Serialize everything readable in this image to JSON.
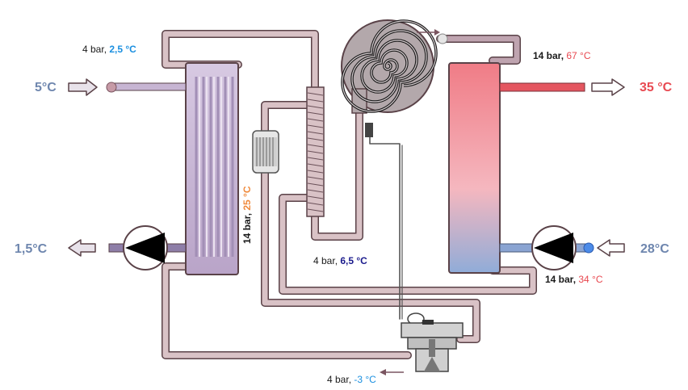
{
  "temps": {
    "source_in": "5°C",
    "source_out": "1,5°C",
    "sink_out": "35 °C",
    "sink_in": "28°C"
  },
  "evaporator_out": {
    "pressure": "4 bar, ",
    "temp": "2,5 °C"
  },
  "compressor_out": {
    "pressure": "14 bar, ",
    "temp": "67 °C"
  },
  "condenser_out": {
    "pressure": "14 bar, ",
    "temp": "34 °C"
  },
  "suction_hx": {
    "pressure": "4 bar, ",
    "temp": "6,5 °C"
  },
  "liquid_line": {
    "pressure": "14 bar, ",
    "temp": "25 °C"
  },
  "valve_out": {
    "pressure": "4 bar, ",
    "temp": "-3 °C"
  },
  "colors": {
    "cold_fluid": "#8a9ec0",
    "hot_fluid": "#e04a52",
    "refrigerant": "#d9c2c6",
    "temp_cold": "#1a8fe0",
    "temp_hot": "#e8474f",
    "temp_mid": "#f08a3c",
    "temp_navy": "#1a1a8c"
  }
}
